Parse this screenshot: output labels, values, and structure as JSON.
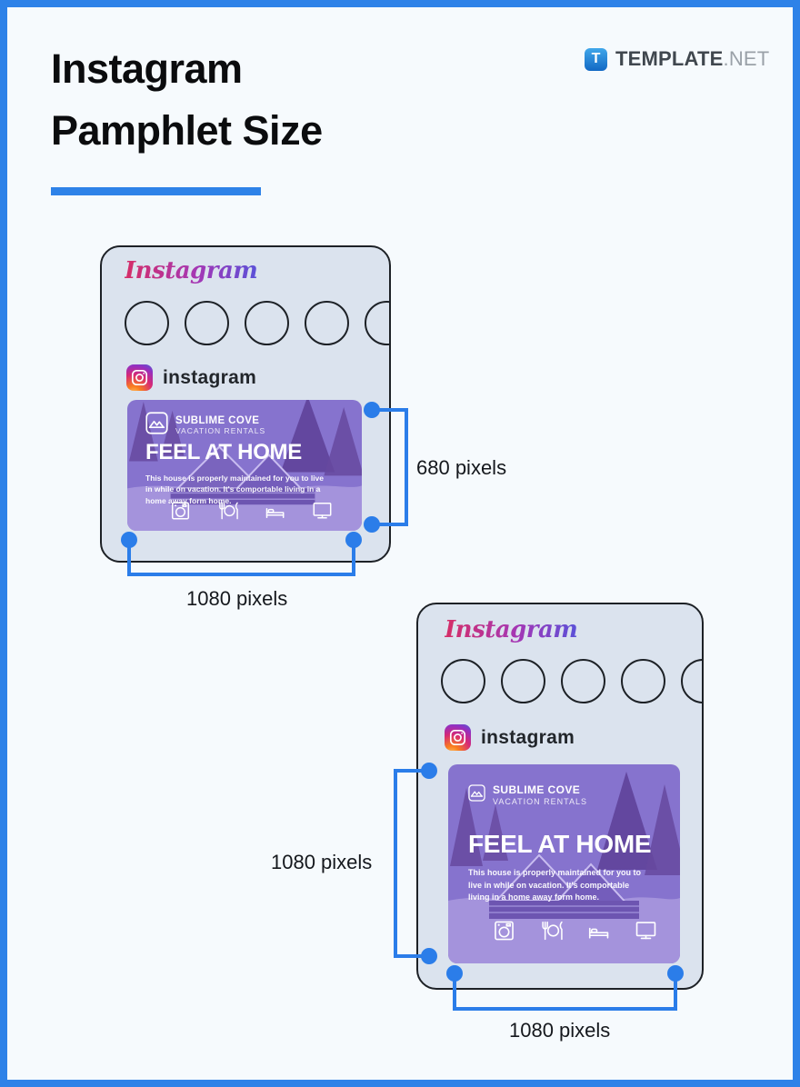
{
  "page": {
    "title_line1": "Instagram",
    "title_line2": "Pamphlet Size"
  },
  "brand": {
    "icon_letter": "T",
    "name_bold": "TEMPLATE",
    "name_light": ".NET"
  },
  "colors": {
    "page_border_blue": "#2e82e8",
    "annotation_blue": "#2b7de9",
    "frame_fill": "#dbe3ee",
    "pamphlet_purple": "#8673ce",
    "wordmark_gradient": [
      "#d62e67",
      "#a437b5",
      "#5b51d8"
    ]
  },
  "instagram_ui": {
    "wordmark": "Instagram",
    "account_name": "instagram",
    "story_circle_count": 5
  },
  "pamphlet": {
    "brand_name": "SUBLIME COVE",
    "brand_subtitle": "VACATION RENTALS",
    "headline": "FEEL AT HOME",
    "body": "This house is properly maintained for you to live in while on vacation. It's comportable living in a home away form home.",
    "amenity_icons": [
      "washing-machine",
      "restaurant",
      "bed",
      "tv"
    ]
  },
  "dimensions": {
    "landscape": {
      "height_label": "680 pixels",
      "width_label": "1080 pixels"
    },
    "square": {
      "height_label": "1080 pixels",
      "width_label": "1080 pixels"
    }
  }
}
